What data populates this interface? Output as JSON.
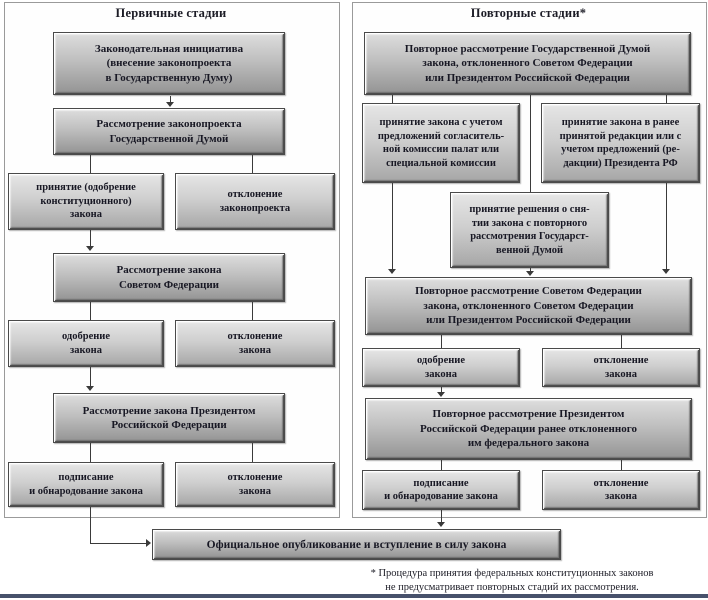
{
  "colors": {
    "box_text": "#181824",
    "box_border": "#4a4a4a",
    "box_fill_light": "#e6e6e6",
    "box_fill_dark": "#a6a6a6",
    "panel_border": "#9a9a9a",
    "bottom_bar": "#47516b"
  },
  "left_panel": {
    "title": "Первичные стадии",
    "stage_initiative": "Законодательная инициатива\n(внесение законопроекта\nв Государственную Думу)",
    "stage_duma_review": "Рассмотрение законопроекта\nГосударственной Думой",
    "adopt_constitutional": "принятие (одобрение\nконституционного)\nзакона",
    "reject_bill": "отклонение\nзаконопроекта",
    "stage_federation_council": "Рассмотрение закона\nСоветом Федерации",
    "approve_law": "одобрение\nзакона",
    "reject_law": "отклонение\nзакона",
    "stage_president_review": "Рассмотрение закона Президентом\nРоссийской Федерации",
    "sign_promulgate": "подписание\nи обнародование закона",
    "reject_law2": "отклонение\nзакона"
  },
  "right_panel": {
    "title": "Повторные стадии*",
    "stage_duma_repeat": "Повторное рассмотрение Государственной Думой\nзакона, отклоненного Советом Федерации\nили Президентом Российской Федерации",
    "adopt_conciliation": "принятие закона с учетом\nпредложений согласитель-\nной комиссии палат или\nспециальной комиссии",
    "adopt_previous_edition": "принятие закона в ранее\nпринятой редакции или с\nучетом предложений (ре-\nдакции) Президента РФ",
    "withdraw_decision": "принятие решения о сня-\nтии закона с повторного\nрассмотрения Государст-\nвенной Думой",
    "stage_council_repeat": "Повторное рассмотрение Советом Федерации\nзакона, отклоненного Советом Федерации\nили Президентом Российской Федерации",
    "approve_law": "одобрение\nзакона",
    "reject_law": "отклонение\nзакона",
    "stage_president_repeat": "Повторное рассмотрение Президентом\nРоссийской Федерации ранее отклоненного\nим федерального закона",
    "sign_promulgate": "подписание\nи обнародование закона",
    "reject_law2": "отклонение\nзакона"
  },
  "final_box": "Официальное опубликование и вступление в силу закона",
  "footnote": "* Процедура принятия федеральных конституционных законов\nне предусматривает повторных стадий их рассмотрения."
}
